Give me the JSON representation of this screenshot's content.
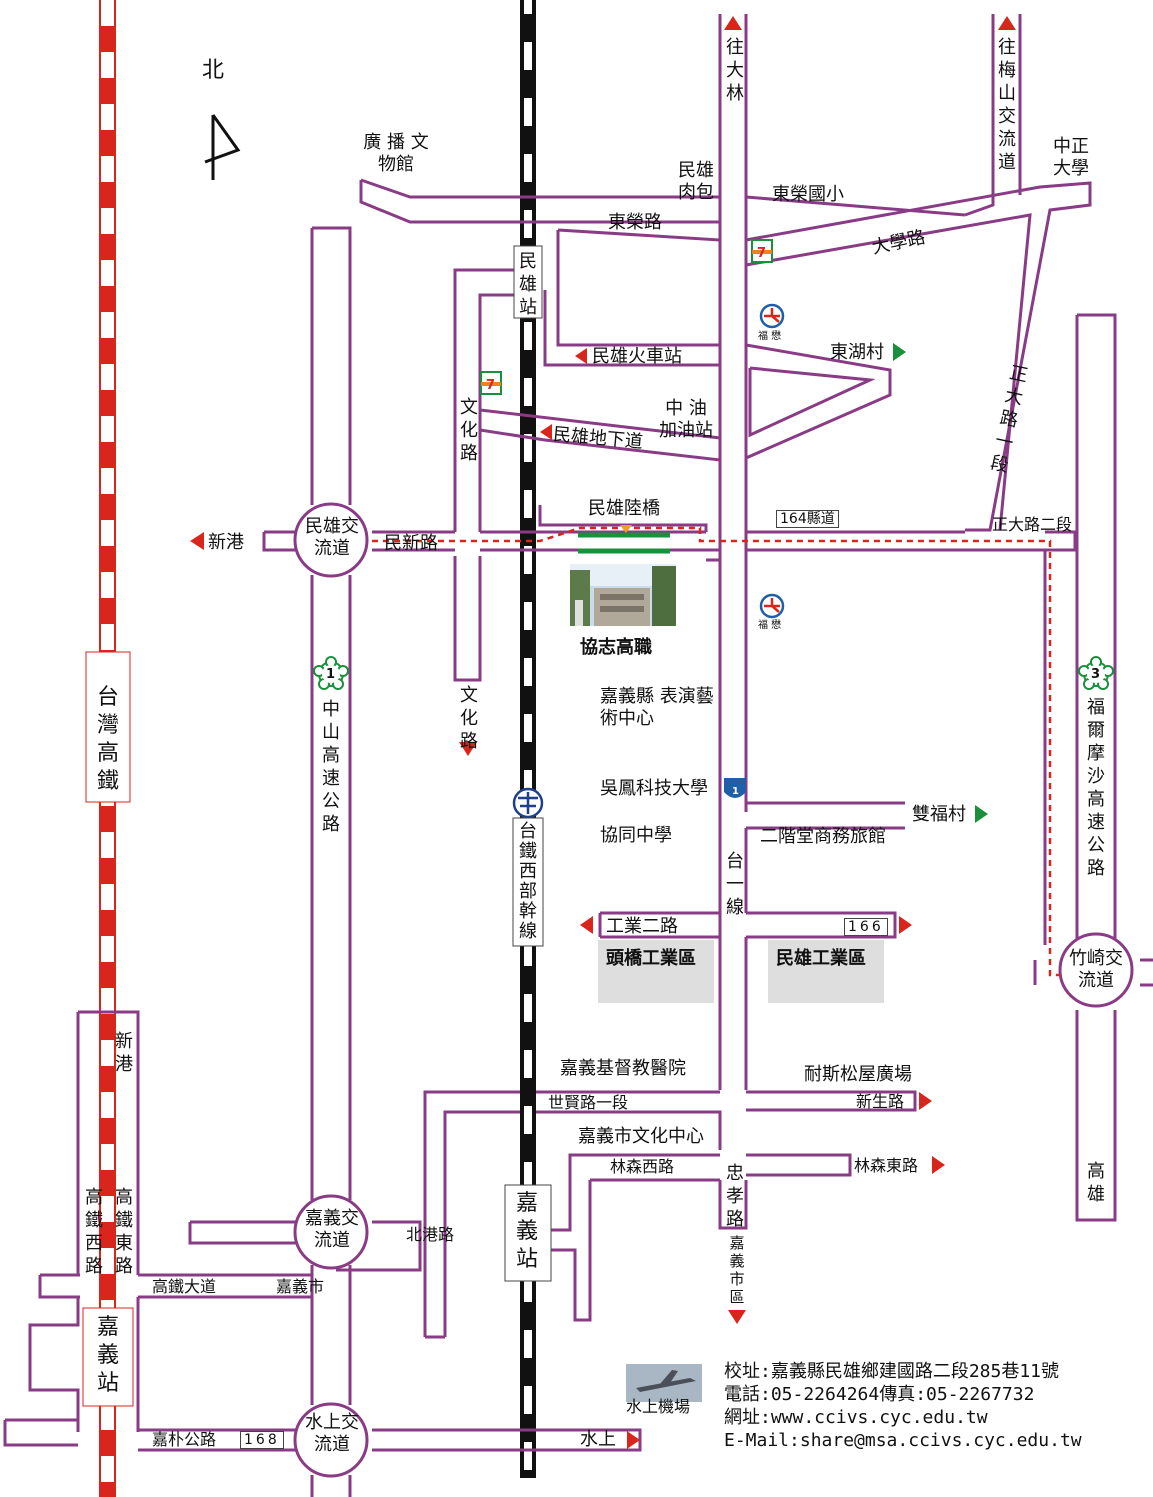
{
  "compass": {
    "north": "北"
  },
  "hsr": {
    "name": "台灣高鐵",
    "logo": "hsr-logo"
  },
  "tra": {
    "name": "台鐵西部幹線",
    "logo": "tra-logo"
  },
  "stations": {
    "minxiong": "民雄站",
    "chiayi": "嘉義站",
    "hsr_chiayi": "嘉義站"
  },
  "interchanges": {
    "minxiong": "民雄交流道",
    "chiayi": "嘉義交流道",
    "shuishang": "水上交流道",
    "zhuqi": "竹崎交流道"
  },
  "highways": {
    "h1_num": "1",
    "h1_name": "中山高速公路",
    "h3_num": "3",
    "h3_name": "福爾摩沙高速公路",
    "t1_num": "1",
    "t1_name": "台一線"
  },
  "roads": {
    "dongrong": "東榮路",
    "daxue": "大學路",
    "wenhua_n": "文化路",
    "wenhua_s": "文化路",
    "minxin": "民新路",
    "zhengda1": "正大路一段",
    "zhengda2": "正大路二段",
    "county164": "164縣道",
    "gongye2": "工業二路",
    "route166": "166",
    "shixian1": "世賢路一段",
    "xinsheng": "新生路",
    "linsen_w": "林森西路",
    "linsen_e": "林森東路",
    "zhongxiao": "忠孝路",
    "beigang": "北港路",
    "hsr_blvd": "高鐵大道",
    "hsr_west": "高鐵西路",
    "hsr_east": "高鐵東路",
    "jiapu": "嘉朴公路",
    "route168": "168",
    "xingang_road": "新港"
  },
  "directions": {
    "dalin": "往大林",
    "meishan": "往梅山交流道",
    "xingang": "新港",
    "donghu": "東湖村",
    "shuangfu": "雙福村",
    "kaohsiung": "高雄",
    "shuishang": "水上",
    "chiayi_city": "嘉義市區",
    "minxiong_station": "民雄火車站",
    "minxiong_underpass": "民雄地下道"
  },
  "landmarks": {
    "broadcast": "廣 播 文物館",
    "zhongzheng": "中正大學",
    "roupao": "民雄肉包",
    "dongrong_school": "東榮國小",
    "cpc": "中 油 加油站",
    "bridge": "民雄陸橋",
    "school": "協志高職",
    "arts": "嘉義縣 表演藝術中心",
    "wufeng": "吳鳳科技大學",
    "xietong": "協同中學",
    "erjietang": "二階堂商務旅館",
    "toucao": "頭橋工業區",
    "mx_industrial": "民雄工業區",
    "christian_hospital": "嘉義基督教醫院",
    "nice_plaza": "耐斯松屋廣場",
    "culture_center": "嘉義市文化中心",
    "chiayi_city": "嘉義市",
    "airport": "水上機場",
    "fuxing": "福 懋"
  },
  "info": {
    "address": "校址:嘉義縣民雄鄉建國路二段285巷11號",
    "phone": "電話:05-2264264傳真:05-2267732",
    "web": "網址:www.ccivs.cyc.edu.tw",
    "email": "E-Mail:share@msa.ccivs.cyc.edu.tw"
  },
  "colors": {
    "road": "#8a3b86",
    "hsr_red": "#d9261c",
    "arrow_red": "#d9261c",
    "arrow_green": "#1a8f3c",
    "route_dash": "#d9261c",
    "industrial_gray": "#dedede"
  }
}
